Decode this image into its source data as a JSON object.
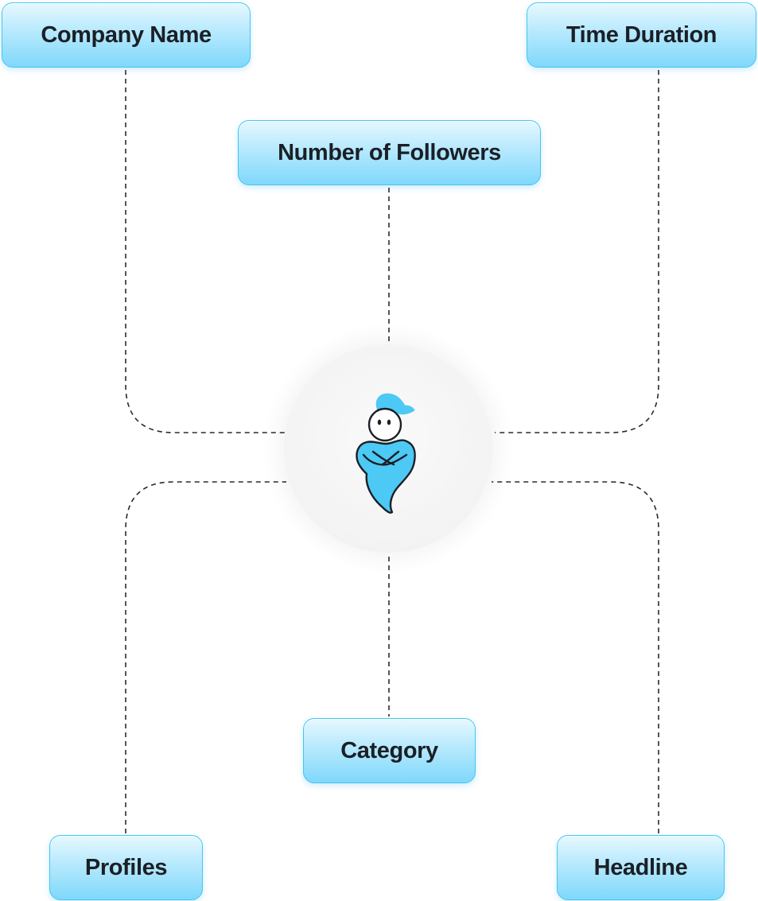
{
  "nodes": {
    "company_name": "Company Name",
    "time_duration": "Time Duration",
    "number_of_followers": "Number of Followers",
    "category": "Category",
    "profiles": "Profiles",
    "headline": "Headline"
  },
  "hub": {
    "icon": "genie-mascot-icon"
  },
  "colors": {
    "node_border": "#43c6f2",
    "node_fill_top": "#e6f8ff",
    "node_fill_bottom": "#7fd8fb",
    "mascot_blue": "#4cc9f5",
    "connector": "#2b2b2b",
    "text": "#1b1f26"
  }
}
